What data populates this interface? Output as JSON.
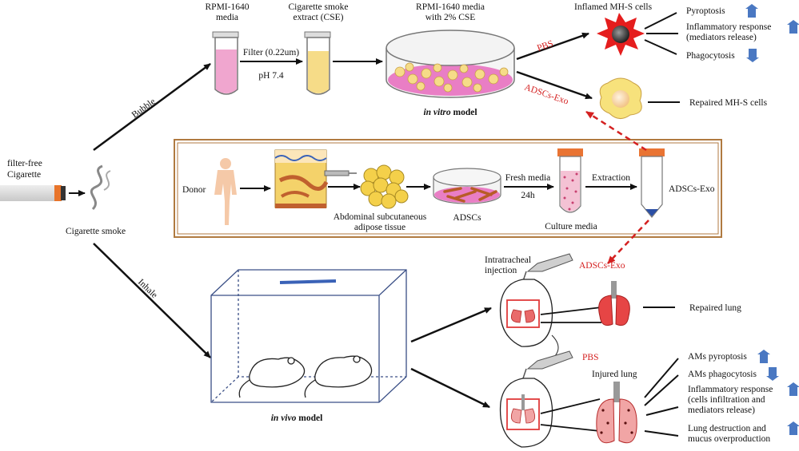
{
  "colors": {
    "red_accent": "#d42020",
    "up_down_arrow": "#4a78c2",
    "box_border": "#b07a40",
    "pink_media": "#f0a6cf",
    "cse_yellow": "#f6dc88",
    "lung_red": "#e03a3a",
    "cage_blue": "#3a4f86"
  },
  "labels": {
    "cigarette": [
      "filter-free",
      "Cigarette"
    ],
    "cigarette_smoke": "Cigarette smoke",
    "bubble": "Bubble",
    "inhale": "Inhale",
    "rpmi_media": [
      "RPMI-1640",
      "media"
    ],
    "cse_extract": [
      "Cigarette smoke",
      "extract (CSE)"
    ],
    "filter_step": [
      "Filter (0.22um)",
      "pH 7.4"
    ],
    "rpmi_cse": [
      "RPMI-1640 media",
      "with 2% CSE"
    ],
    "in_vitro": [
      "in vitro",
      " model"
    ],
    "pbs_top": "PBS",
    "adscs_exo_top": "ADSCs-Exo",
    "inflamed_cells": "Inflamed MH-S cells",
    "repaired_cells": "Repaired MH-S cells",
    "donor": "Donor",
    "adipose": [
      "Abdominal subcutaneous",
      "adipose tissue"
    ],
    "adscs": "ADSCs",
    "fresh_media": [
      "Fresh media",
      "24h"
    ],
    "extraction": "Extraction",
    "culture_media": "Culture media",
    "adscs_exo_box": "ADSCs-Exo",
    "intratracheal": [
      "Intratracheal",
      "injection"
    ],
    "adscs_exo_vivo": "ADSCs-Exo",
    "pbs_vivo": "PBS",
    "repaired_lung": "Repaired lung",
    "injured_lung": "Injured lung",
    "in_vivo": [
      "in vivo",
      " model"
    ]
  },
  "vitro_outcomes": [
    {
      "text": [
        "Pyroptosis"
      ],
      "direction": "up"
    },
    {
      "text": [
        "Inflammatory response",
        "(mediators release)"
      ],
      "direction": "up"
    },
    {
      "text": [
        "Phagocytosis"
      ],
      "direction": "down"
    }
  ],
  "vivo_outcomes": [
    {
      "text": [
        "AMs pyroptosis"
      ],
      "direction": "up"
    },
    {
      "text": [
        "AMs phagocytosis"
      ],
      "direction": "down"
    },
    {
      "text": [
        "Inflammatory response",
        "(cells infiltration and",
        "mediators release)"
      ],
      "direction": "up"
    },
    {
      "text": [
        "Lung destruction and",
        "mucus overproduction"
      ],
      "direction": "up"
    }
  ]
}
